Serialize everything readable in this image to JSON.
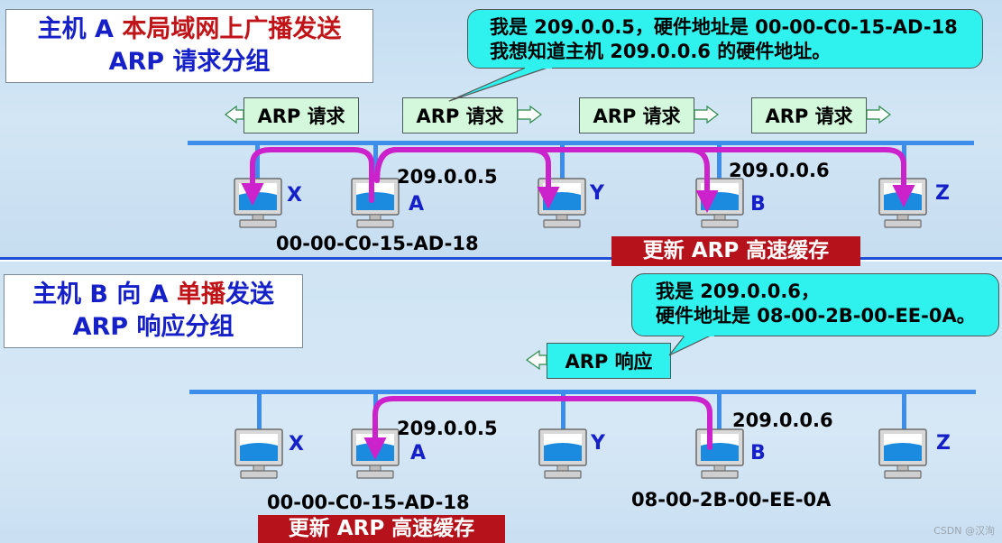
{
  "top": {
    "title": {
      "host": "主机 A ",
      "action": "本局域网上广播发送",
      "line2": "ARP 请求分组"
    },
    "bubble": {
      "line1": "我是 209.0.0.5，硬件地址是 00-00-C0-15-AD-18",
      "line2": "我想知道主机 209.0.0.6 的硬件地址。"
    },
    "packets": [
      "ARP 请求",
      "ARP 请求",
      "ARP 请求",
      "ARP 请求"
    ],
    "nodes": {
      "x": "X",
      "a": "A",
      "y": "Y",
      "b": "B",
      "z": "Z"
    },
    "ip_a": "209.0.0.5",
    "ip_b": "209.0.0.6",
    "mac_a": "00-00-C0-15-AD-18",
    "banner": "更新 ARP 高速缓存"
  },
  "bottom": {
    "title": {
      "host": "主机 B 向 A ",
      "action": "单播",
      "action_tail": "发送",
      "line2": "ARP 响应分组"
    },
    "bubble": {
      "line1": "我是 209.0.0.6，",
      "line2": "硬件地址是 08-00-2B-00-EE-0A。"
    },
    "packet": "ARP 响应",
    "nodes": {
      "x": "X",
      "a": "A",
      "y": "Y",
      "b": "B",
      "z": "Z"
    },
    "ip_a": "209.0.0.5",
    "ip_b": "209.0.0.6",
    "mac_a": "00-00-C0-15-AD-18",
    "mac_b": "08-00-2B-00-EE-0A",
    "banner": "更新 ARP 高速缓存"
  },
  "watermark": "CSDN @汉洵",
  "colors": {
    "accent_blue": "#1520c8",
    "accent_red": "#c01418",
    "arrow": "#cc22cc",
    "bus": "#3c8eea",
    "bubble": "#2ff2ee"
  }
}
